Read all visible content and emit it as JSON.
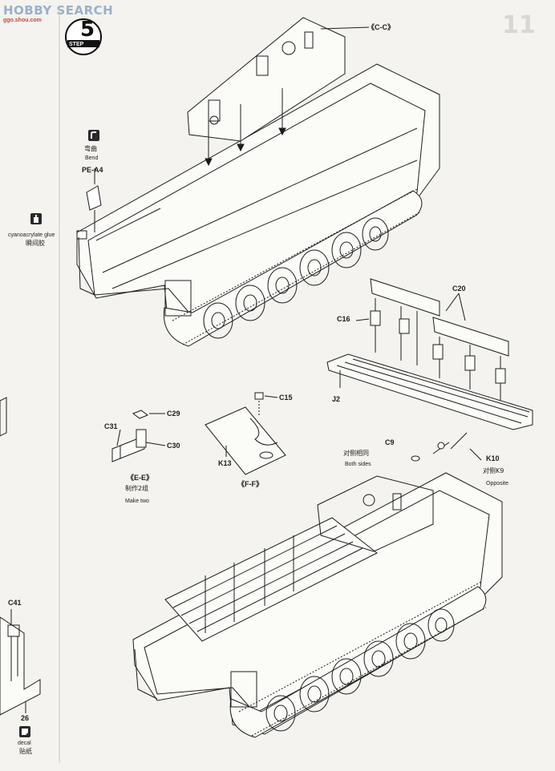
{
  "watermark": {
    "text": "HOBBY SEARCH",
    "site": "ggo.shou.com"
  },
  "header": {
    "step_number": "5",
    "step_label": "STEP",
    "page_number": "11"
  },
  "colors": {
    "line": "#1c1c1c",
    "paper": "#f4f3ef",
    "watermark_blue": "#9ab0c8"
  },
  "callouts": {
    "cc": "《C-C》",
    "ee": "《E-E》",
    "ff": "《F-F》",
    "bend_cn": "弯曲",
    "bend_en": "Bend",
    "pe": "PE-A4",
    "glue_en": "cyanoacrylate glue",
    "glue_cn": "瞬间胶",
    "make_two_cn": "制作2组",
    "make_two_en": "Make two",
    "both_sides_cn": "对侧相同",
    "both_sides_en": "Both sides",
    "opposite_cn": "对侧K9",
    "opposite_en": "Opposite",
    "decal_en": "decal",
    "decal_cn": "贴纸"
  },
  "parts": {
    "c20": "C20",
    "c16": "C16",
    "j2": "J2",
    "c29": "C29",
    "c31": "C31",
    "c30": "C30",
    "c15": "C15",
    "k13": "K13",
    "c9": "C9",
    "k10": "K10",
    "c41": "C41",
    "n26": "26"
  },
  "icons": [
    "bend-icon",
    "glue-icon",
    "decal-icon",
    "step-badge-icon"
  ]
}
